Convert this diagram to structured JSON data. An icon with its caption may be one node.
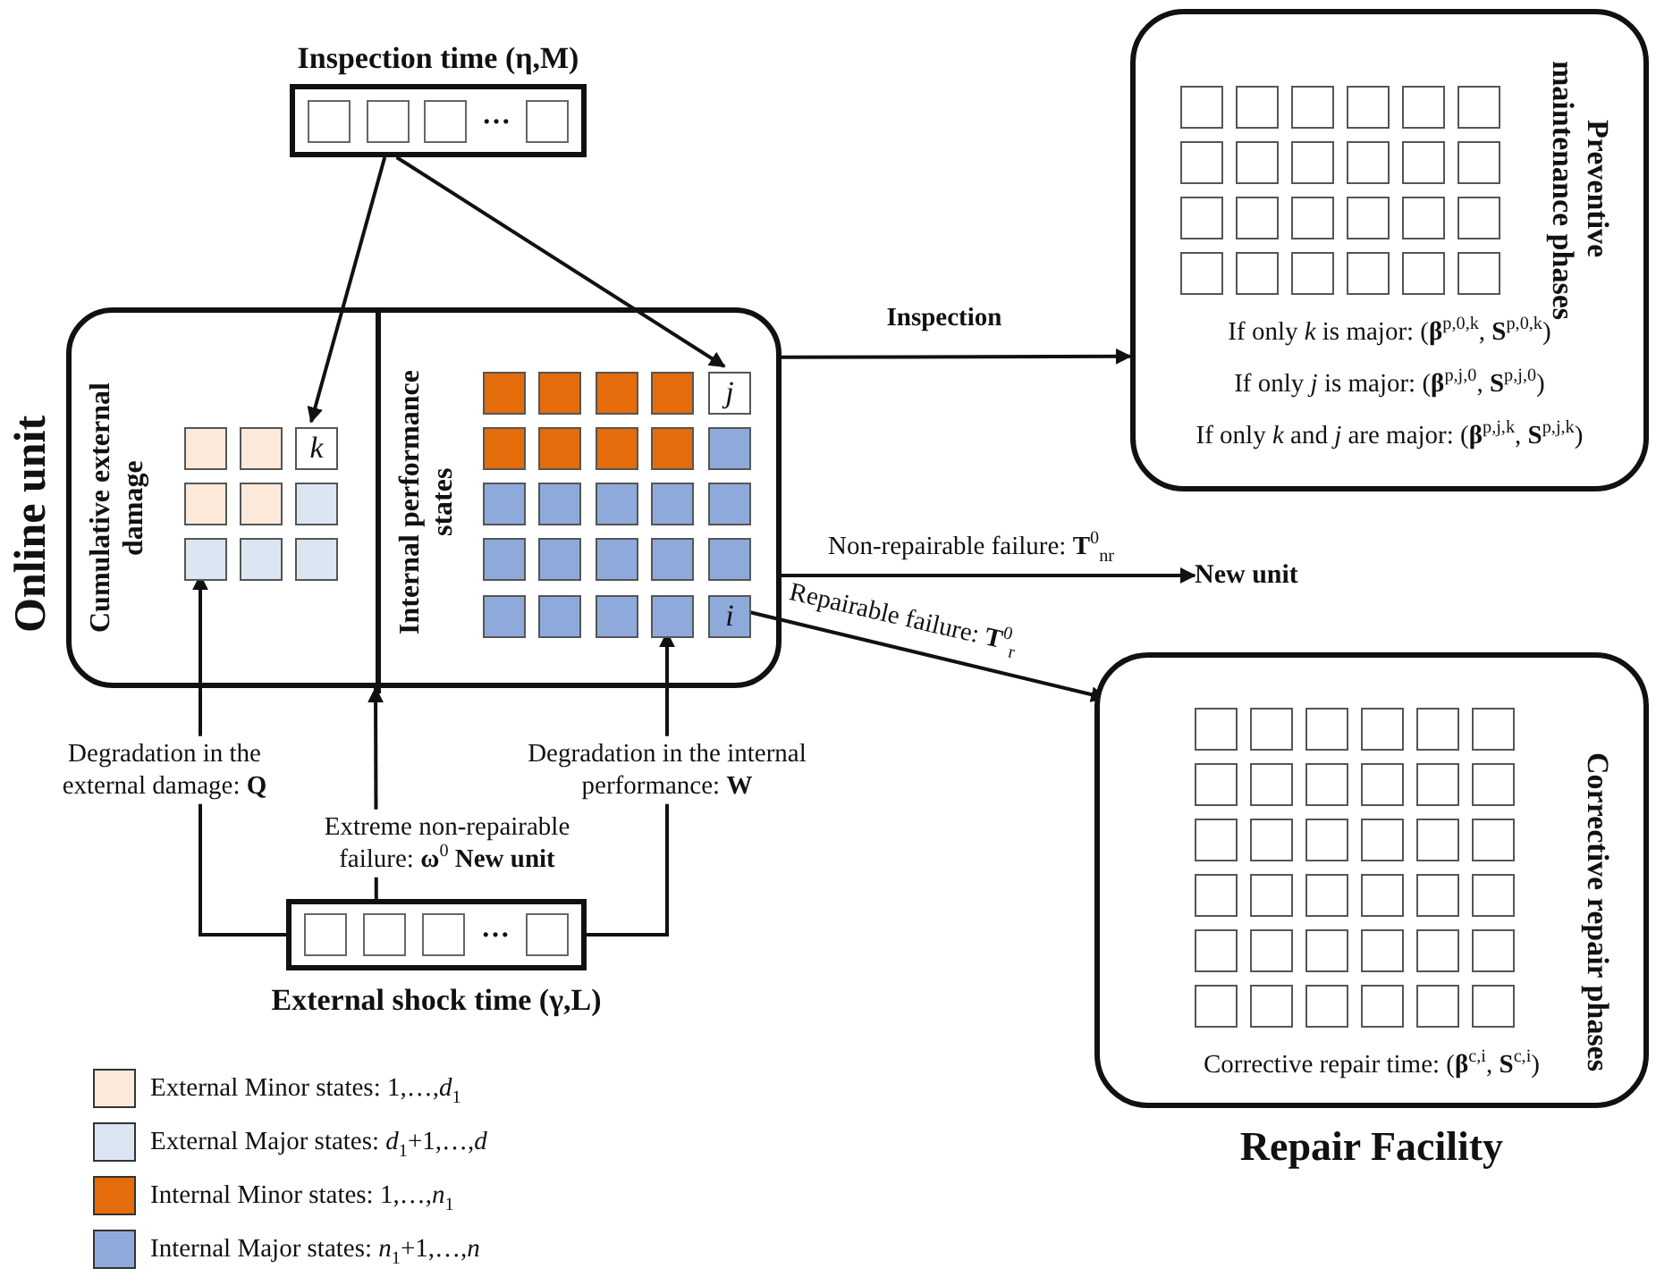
{
  "diagram": {
    "nodes": [
      {
        "text": [
          "Inspection time (η,M)",
          "…"
        ]
      },
      {
        "text": [
          "Online unit"
        ]
      },
      {
        "text": [
          "Cumulative external damage"
        ],
        "in": 1
      },
      {
        "text": [],
        "shape": "box",
        "in": 2
      },
      {
        "text": [],
        "shape": "box",
        "in": 2
      },
      {
        "text": [
          "k"
        ],
        "in": 2
      },
      {
        "text": [],
        "shape": "box",
        "in": 2
      },
      {
        "text": [],
        "shape": "box",
        "in": 2
      },
      {
        "text": [],
        "shape": "box",
        "in": 2
      },
      {
        "text": [],
        "shape": "box",
        "in": 2
      },
      {
        "text": [],
        "shape": "box",
        "in": 2
      },
      {
        "text": [],
        "shape": "box",
        "in": 2
      },
      {
        "text": [
          "Internal performance states"
        ],
        "in": 1
      },
      {
        "text": [],
        "shape": "box",
        "in": 12
      },
      {
        "text": [],
        "shape": "box",
        "in": 12
      },
      {
        "text": [],
        "shape": "box",
        "in": 12
      },
      {
        "text": [],
        "shape": "box",
        "in": 12
      },
      {
        "text": [
          "j"
        ],
        "in": 12
      },
      {
        "text": [],
        "shape": "box",
        "in": 12
      },
      {
        "text": [],
        "shape": "box",
        "in": 12
      },
      {
        "text": [],
        "shape": "box",
        "in": 12
      },
      {
        "text": [],
        "shape": "box",
        "in": 12
      },
      {
        "text": [],
        "shape": "box",
        "in": 12
      },
      {
        "text": [],
        "shape": "box",
        "in": 12
      },
      {
        "text": [],
        "shape": "box",
        "in": 12
      },
      {
        "text": [],
        "shape": "box",
        "in": 12
      },
      {
        "text": [],
        "shape": "box",
        "in": 12
      },
      {
        "text": [],
        "shape": "box",
        "in": 12
      },
      {
        "text": [],
        "shape": "box",
        "in": 12
      },
      {
        "text": [],
        "shape": "box",
        "in": 12
      },
      {
        "text": [],
        "shape": "box",
        "in": 12
      },
      {
        "text": [],
        "shape": "box",
        "in": 12
      },
      {
        "text": [],
        "shape": "box",
        "in": 12
      },
      {
        "text": [],
        "shape": "box",
        "in": 12
      },
      {
        "text": [],
        "shape": "box",
        "in": 12
      },
      {
        "text": [],
        "shape": "box",
        "in": 12
      },
      {
        "text": [],
        "shape": "box",
        "in": 12
      },
      {
        "text": [
          "i"
        ],
        "in": 12
      },
      {
        "text": [
          "Preventive maintenance phases",
          "If only *k* is major: (**β**$^{p,0,k}$, **S**$^{p,0,k}$)",
          "If only *j* is major: (**β**$^{p,j,0}$, **S**$^{p,j,0}$)",
          "If only *k* and *j* are major: (**β**$^{p,j,k}$, **S**$^{p,j,k}$)"
        ]
      },
      {
        "text": [
          "New unit"
        ]
      },
      {
        "text": [
          "Corrective repair phases",
          "Corrective repair time: (**β**$^{c,i}$, **S**$^{c,i}$)"
        ],
        "beside": [
          "Repair Facility"
        ]
      },
      {
        "text": [
          "…",
          "External shock time (γ,L)"
        ]
      }
    ],
    "edges": [
      {
        "from": 0,
        "to": 5,
        "arrow": "to"
      },
      {
        "from": 0,
        "to": 17,
        "arrow": "to"
      },
      {
        "from": 1,
        "to": 38,
        "arrow": "to",
        "label": "Inspection"
      },
      {
        "from": 1,
        "to": 39,
        "arrow": "to",
        "label": "Non-repairable failure: **T**$^{0}$$_{nr}$"
      },
      {
        "from": 37,
        "to": 40,
        "arrow": "to",
        "label": "Repairable failure: **T**$^{0}$$_{r}$"
      },
      {
        "from": 41,
        "to": 9,
        "arrow": "to",
        "label": "Degradation in the external damage: **Q**"
      },
      {
        "from": 41,
        "to": 1,
        "arrow": "to",
        "label": "Extreme non-repairable failure: **ω**$^{0}$ **New unit**"
      },
      {
        "from": 41,
        "to": 36,
        "arrow": "to",
        "label": "Degradation in the internal performance: **W**"
      }
    ],
    "legend": [
      {
        "text": "External Minor states: 1,…,*d*$_{1}$",
        "color": "#fce9da"
      },
      {
        "text": "External Major states: *d*$_{1}$+1,…,*d*",
        "color": "#dce6f2"
      },
      {
        "text": "Internal Minor states: 1,…,*n*$_{1}$",
        "color": "#e46c0a"
      },
      {
        "text": "Internal Major states: *n*$_{1}$+1,…,*n*",
        "color": "#8eaadb"
      }
    ]
  }
}
